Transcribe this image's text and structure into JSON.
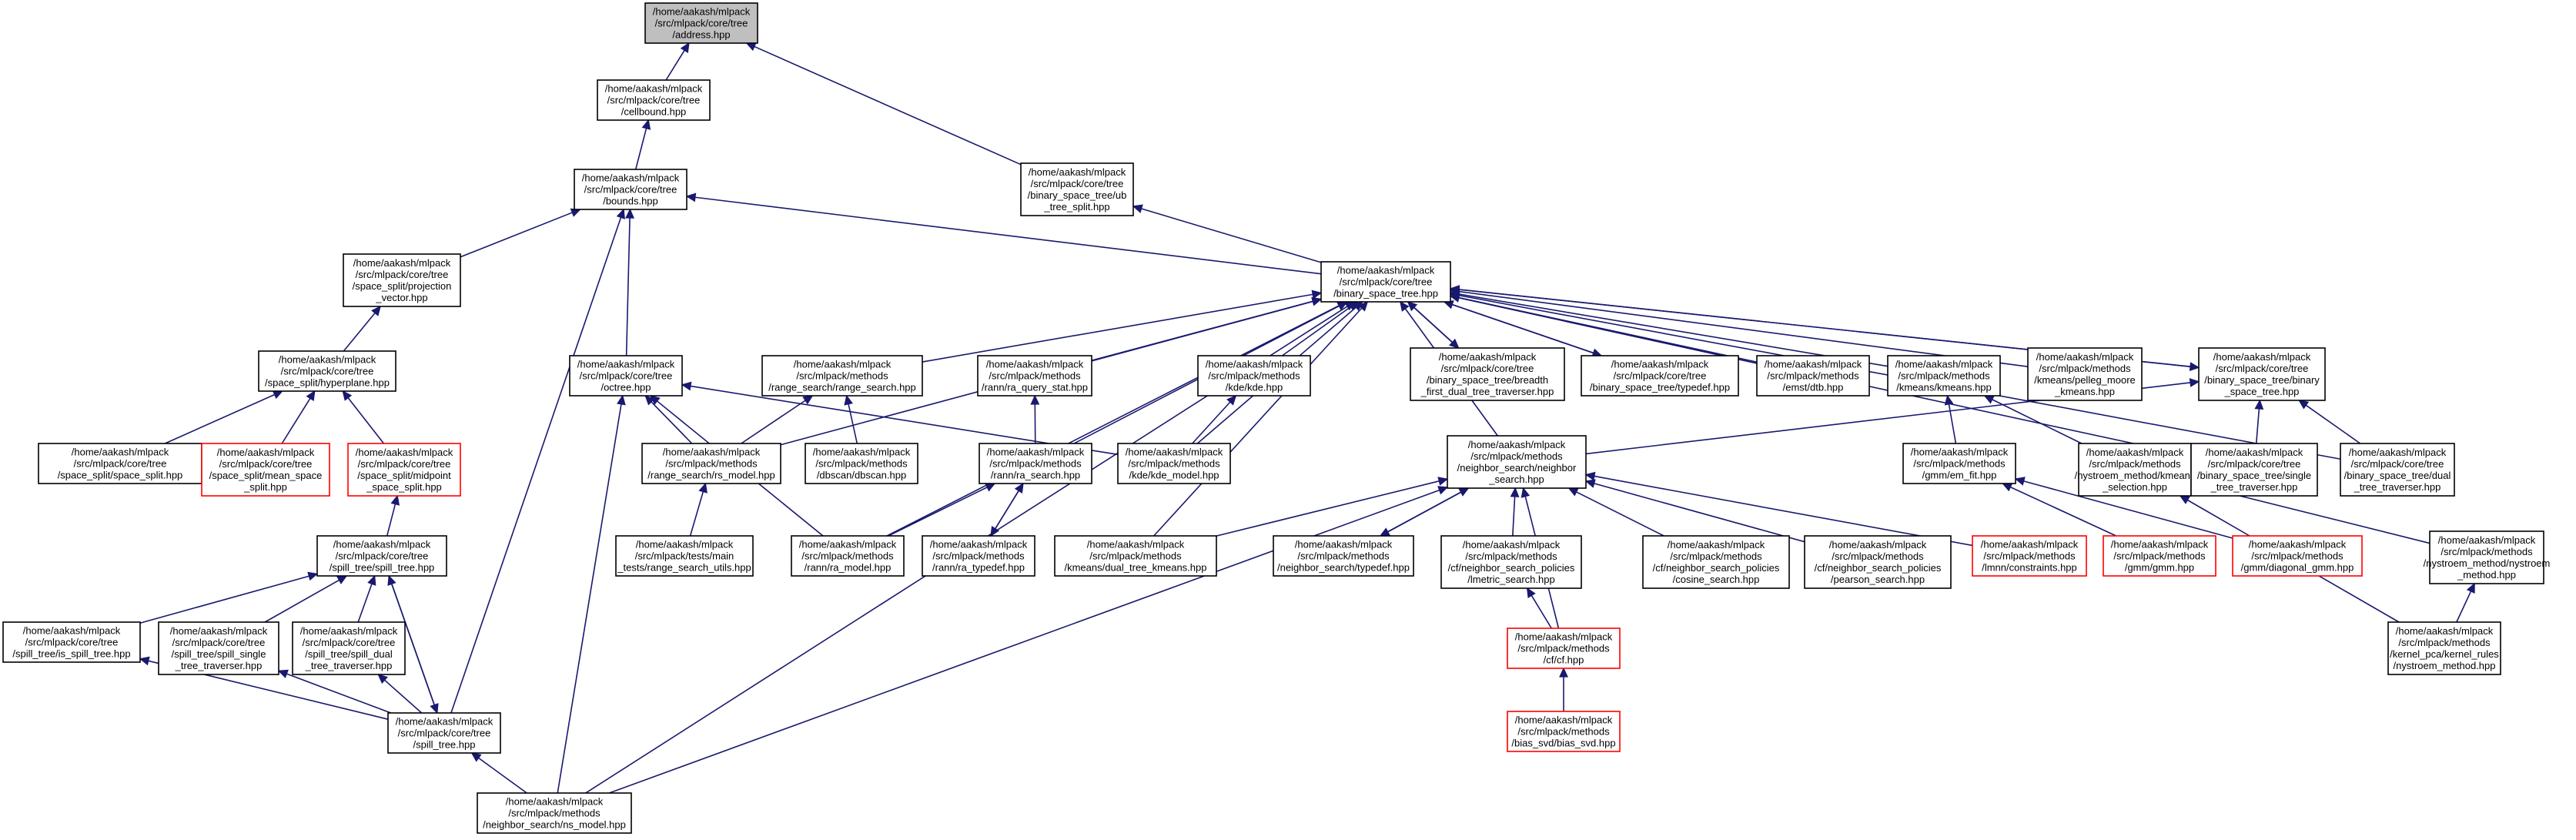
{
  "colors": {
    "edge": "#191970",
    "missing_border": "#ff0000",
    "root_fill": "#bfbfbf",
    "node_border": "#000000"
  },
  "nodes": [
    {
      "id": "address",
      "lines": [
        "/home/aakash/mlpack",
        "/src/mlpack/core/tree",
        "/address.hpp"
      ],
      "root": true
    },
    {
      "id": "cellbound",
      "lines": [
        "/home/aakash/mlpack",
        "/src/mlpack/core/tree",
        "/cellbound.hpp"
      ]
    },
    {
      "id": "ub_tree_split",
      "lines": [
        "/home/aakash/mlpack",
        "/src/mlpack/core/tree",
        "/binary_space_tree/ub",
        "_tree_split.hpp"
      ]
    },
    {
      "id": "bounds",
      "lines": [
        "/home/aakash/mlpack",
        "/src/mlpack/core/tree",
        "/bounds.hpp"
      ]
    },
    {
      "id": "binary_space_tree",
      "lines": [
        "/home/aakash/mlpack",
        "/src/mlpack/core/tree",
        "/binary_space_tree.hpp"
      ]
    },
    {
      "id": "projection_vector",
      "lines": [
        "/home/aakash/mlpack",
        "/src/mlpack/core/tree",
        "/space_split/projection",
        "_vector.hpp"
      ]
    },
    {
      "id": "hyperplane",
      "lines": [
        "/home/aakash/mlpack",
        "/src/mlpack/core/tree",
        "/space_split/hyperplane.hpp"
      ]
    },
    {
      "id": "octree",
      "lines": [
        "/home/aakash/mlpack",
        "/src/mlpack/core/tree",
        "/octree.hpp"
      ]
    },
    {
      "id": "range_search",
      "lines": [
        "/home/aakash/mlpack",
        "/src/mlpack/methods",
        "/range_search/range_search.hpp"
      ]
    },
    {
      "id": "ra_query_stat",
      "lines": [
        "/home/aakash/mlpack",
        "/src/mlpack/methods",
        "/rann/ra_query_stat.hpp"
      ]
    },
    {
      "id": "kde",
      "lines": [
        "/home/aakash/mlpack",
        "/src/mlpack/methods",
        "/kde/kde.hpp"
      ]
    },
    {
      "id": "breadth_first",
      "lines": [
        "/home/aakash/mlpack",
        "/src/mlpack/core/tree",
        "/binary_space_tree/breadth",
        "_first_dual_tree_traverser.hpp"
      ]
    },
    {
      "id": "bst_typedef",
      "lines": [
        "/home/aakash/mlpack",
        "/src/mlpack/core/tree",
        "/binary_space_tree/typedef.hpp"
      ]
    },
    {
      "id": "emst_dtb",
      "lines": [
        "/home/aakash/mlpack",
        "/src/mlpack/methods",
        "/emst/dtb.hpp"
      ]
    },
    {
      "id": "kmeans",
      "lines": [
        "/home/aakash/mlpack",
        "/src/mlpack/methods",
        "/kmeans/kmeans.hpp"
      ]
    },
    {
      "id": "pelleg_moore",
      "lines": [
        "/home/aakash/mlpack",
        "/src/mlpack/methods",
        "/kmeans/pelleg_moore",
        "_kmeans.hpp"
      ]
    },
    {
      "id": "bst_binary",
      "lines": [
        "/home/aakash/mlpack",
        "/src/mlpack/core/tree",
        "/binary_space_tree/binary",
        "_space_tree.hpp"
      ]
    },
    {
      "id": "space_split",
      "lines": [
        "/home/aakash/mlpack",
        "/src/mlpack/core/tree",
        "/space_split/space_split.hpp"
      ]
    },
    {
      "id": "mean_space_split",
      "lines": [
        "/home/aakash/mlpack",
        "/src/mlpack/core/tree",
        "/space_split/mean_space",
        "_split.hpp"
      ],
      "missing": true
    },
    {
      "id": "midpoint_space_split",
      "lines": [
        "/home/aakash/mlpack",
        "/src/mlpack/core/tree",
        "/space_split/midpoint",
        "_space_split.hpp"
      ],
      "missing": true
    },
    {
      "id": "rs_model",
      "lines": [
        "/home/aakash/mlpack",
        "/src/mlpack/methods",
        "/range_search/rs_model.hpp"
      ]
    },
    {
      "id": "dbscan",
      "lines": [
        "/home/aakash/mlpack",
        "/src/mlpack/methods",
        "/dbscan/dbscan.hpp"
      ]
    },
    {
      "id": "ra_search",
      "lines": [
        "/home/aakash/mlpack",
        "/src/mlpack/methods",
        "/rann/ra_search.hpp"
      ]
    },
    {
      "id": "kde_model",
      "lines": [
        "/home/aakash/mlpack",
        "/src/mlpack/methods",
        "/kde/kde_model.hpp"
      ]
    },
    {
      "id": "neighbor_search",
      "lines": [
        "/home/aakash/mlpack",
        "/src/mlpack/methods",
        "/neighbor_search/neighbor",
        "_search.hpp"
      ]
    },
    {
      "id": "em_fit",
      "lines": [
        "/home/aakash/mlpack",
        "/src/mlpack/methods",
        "/gmm/em_fit.hpp"
      ]
    },
    {
      "id": "nystroem_kmeans",
      "lines": [
        "/home/aakash/mlpack",
        "/src/mlpack/methods",
        "/nystroem_method/kmeans",
        "_selection.hpp"
      ]
    },
    {
      "id": "single_tree_traverser",
      "lines": [
        "/home/aakash/mlpack",
        "/src/mlpack/core/tree",
        "/binary_space_tree/single",
        "_tree_traverser.hpp"
      ]
    },
    {
      "id": "dual_tree_traverser",
      "lines": [
        "/home/aakash/mlpack",
        "/src/mlpack/core/tree",
        "/binary_space_tree/dual",
        "_tree_traverser.hpp"
      ]
    },
    {
      "id": "spill_tree_hpp",
      "lines": [
        "/home/aakash/mlpack",
        "/src/mlpack/core/tree",
        "/spill_tree/spill_tree.hpp"
      ]
    },
    {
      "id": "range_search_utils",
      "lines": [
        "/home/aakash/mlpack",
        "/src/mlpack/tests/main",
        "_tests/range_search_utils.hpp"
      ]
    },
    {
      "id": "ra_model",
      "lines": [
        "/home/aakash/mlpack",
        "/src/mlpack/methods",
        "/rann/ra_model.hpp"
      ]
    },
    {
      "id": "ra_typedef",
      "lines": [
        "/home/aakash/mlpack",
        "/src/mlpack/methods",
        "/rann/ra_typedef.hpp"
      ]
    },
    {
      "id": "dual_tree_kmeans",
      "lines": [
        "/home/aakash/mlpack",
        "/src/mlpack/methods",
        "/kmeans/dual_tree_kmeans.hpp"
      ]
    },
    {
      "id": "ns_typedef",
      "lines": [
        "/home/aakash/mlpack",
        "/src/mlpack/methods",
        "/neighbor_search/typedef.hpp"
      ]
    },
    {
      "id": "lmetric_search",
      "lines": [
        "/home/aakash/mlpack",
        "/src/mlpack/methods",
        "/cf/neighbor_search_policies",
        "/lmetric_search.hpp"
      ]
    },
    {
      "id": "cosine_search",
      "lines": [
        "/home/aakash/mlpack",
        "/src/mlpack/methods",
        "/cf/neighbor_search_policies",
        "/cosine_search.hpp"
      ]
    },
    {
      "id": "pearson_search",
      "lines": [
        "/home/aakash/mlpack",
        "/src/mlpack/methods",
        "/cf/neighbor_search_policies",
        "/pearson_search.hpp"
      ]
    },
    {
      "id": "lmnn_constraints",
      "lines": [
        "/home/aakash/mlpack",
        "/src/mlpack/methods",
        "/lmnn/constraints.hpp"
      ],
      "missing": true
    },
    {
      "id": "gmm",
      "lines": [
        "/home/aakash/mlpack",
        "/src/mlpack/methods",
        "/gmm/gmm.hpp"
      ],
      "missing": true
    },
    {
      "id": "diagonal_gmm",
      "lines": [
        "/home/aakash/mlpack",
        "/src/mlpack/methods",
        "/gmm/diagonal_gmm.hpp"
      ],
      "missing": true
    },
    {
      "id": "nystroem_method",
      "lines": [
        "/home/aakash/mlpack",
        "/src/mlpack/methods",
        "/nystroem_method/nystroem",
        "_method.hpp"
      ]
    },
    {
      "id": "is_spill_tree",
      "lines": [
        "/home/aakash/mlpack",
        "/src/mlpack/core/tree",
        "/spill_tree/is_spill_tree.hpp"
      ]
    },
    {
      "id": "spill_single",
      "lines": [
        "/home/aakash/mlpack",
        "/src/mlpack/core/tree",
        "/spill_tree/spill_single",
        "_tree_traverser.hpp"
      ]
    },
    {
      "id": "spill_dual",
      "lines": [
        "/home/aakash/mlpack",
        "/src/mlpack/core/tree",
        "/spill_tree/spill_dual",
        "_tree_traverser.hpp"
      ]
    },
    {
      "id": "cf",
      "lines": [
        "/home/aakash/mlpack",
        "/src/mlpack/methods",
        "/cf/cf.hpp"
      ],
      "missing": true
    },
    {
      "id": "kernel_rules",
      "lines": [
        "/home/aakash/mlpack",
        "/src/mlpack/methods",
        "/kernel_pca/kernel_rules",
        "/nystroem_method.hpp"
      ]
    },
    {
      "id": "spill_tree",
      "lines": [
        "/home/aakash/mlpack",
        "/src/mlpack/core/tree",
        "/spill_tree.hpp"
      ]
    },
    {
      "id": "bias_svd",
      "lines": [
        "/home/aakash/mlpack",
        "/src/mlpack/methods",
        "/bias_svd/bias_svd.hpp"
      ],
      "missing": true
    },
    {
      "id": "ns_model",
      "lines": [
        "/home/aakash/mlpack",
        "/src/mlpack/methods",
        "/neighbor_search/ns_model.hpp"
      ]
    }
  ],
  "edges": [
    [
      "cellbound",
      "address"
    ],
    [
      "ub_tree_split",
      "address"
    ],
    [
      "bounds",
      "cellbound"
    ],
    [
      "binary_space_tree",
      "ub_tree_split"
    ],
    [
      "binary_space_tree",
      "bounds"
    ],
    [
      "projection_vector",
      "bounds"
    ],
    [
      "octree",
      "bounds"
    ],
    [
      "spill_tree",
      "bounds"
    ],
    [
      "hyperplane",
      "projection_vector"
    ],
    [
      "space_split",
      "hyperplane"
    ],
    [
      "mean_space_split",
      "hyperplane"
    ],
    [
      "midpoint_space_split",
      "hyperplane"
    ],
    [
      "spill_tree_hpp",
      "midpoint_space_split"
    ],
    [
      "is_spill_tree",
      "spill_tree_hpp"
    ],
    [
      "spill_single",
      "spill_tree_hpp"
    ],
    [
      "spill_dual",
      "spill_tree_hpp"
    ],
    [
      "spill_tree",
      "spill_tree_hpp"
    ],
    [
      "spill_tree",
      "is_spill_tree"
    ],
    [
      "spill_tree",
      "spill_single"
    ],
    [
      "spill_tree",
      "spill_dual"
    ],
    [
      "spill_tree_hpp",
      "spill_tree"
    ],
    [
      "ns_model",
      "spill_tree"
    ],
    [
      "rs_model",
      "octree"
    ],
    [
      "ra_model",
      "octree"
    ],
    [
      "ns_model",
      "octree"
    ],
    [
      "kde_model",
      "octree"
    ],
    [
      "range_search",
      "binary_space_tree"
    ],
    [
      "ra_query_stat",
      "binary_space_tree"
    ],
    [
      "kde",
      "binary_space_tree"
    ],
    [
      "breadth_first",
      "binary_space_tree"
    ],
    [
      "bst_typedef",
      "binary_space_tree"
    ],
    [
      "emst_dtb",
      "binary_space_tree"
    ],
    [
      "kmeans",
      "binary_space_tree"
    ],
    [
      "pelleg_moore",
      "binary_space_tree"
    ],
    [
      "bst_binary",
      "binary_space_tree"
    ],
    [
      "rs_model",
      "binary_space_tree"
    ],
    [
      "ra_search",
      "binary_space_tree"
    ],
    [
      "kde_model",
      "binary_space_tree"
    ],
    [
      "neighbor_search",
      "binary_space_tree"
    ],
    [
      "single_tree_traverser",
      "binary_space_tree"
    ],
    [
      "dual_tree_traverser",
      "binary_space_tree"
    ],
    [
      "ra_model",
      "binary_space_tree"
    ],
    [
      "dual_tree_kmeans",
      "binary_space_tree"
    ],
    [
      "ns_model",
      "binary_space_tree"
    ],
    [
      "binary_space_tree",
      "breadth_first"
    ],
    [
      "binary_space_tree",
      "bst_typedef"
    ],
    [
      "binary_space_tree",
      "bst_binary"
    ],
    [
      "rs_model",
      "range_search"
    ],
    [
      "dbscan",
      "range_search"
    ],
    [
      "ra_search",
      "ra_query_stat"
    ],
    [
      "kde_model",
      "kde"
    ],
    [
      "em_fit",
      "kmeans"
    ],
    [
      "nystroem_kmeans",
      "kmeans"
    ],
    [
      "neighbor_search",
      "bst_binary"
    ],
    [
      "single_tree_traverser",
      "bst_binary"
    ],
    [
      "dual_tree_traverser",
      "bst_binary"
    ],
    [
      "range_search_utils",
      "rs_model"
    ],
    [
      "ra_model",
      "ra_search"
    ],
    [
      "ra_typedef",
      "ra_search"
    ],
    [
      "ra_search",
      "ra_typedef"
    ],
    [
      "dual_tree_kmeans",
      "neighbor_search"
    ],
    [
      "ns_typedef",
      "neighbor_search"
    ],
    [
      "lmetric_search",
      "neighbor_search"
    ],
    [
      "cosine_search",
      "neighbor_search"
    ],
    [
      "pearson_search",
      "neighbor_search"
    ],
    [
      "lmnn_constraints",
      "neighbor_search"
    ],
    [
      "cf",
      "neighbor_search"
    ],
    [
      "ns_model",
      "neighbor_search"
    ],
    [
      "neighbor_search",
      "ns_typedef"
    ],
    [
      "cf",
      "lmetric_search"
    ],
    [
      "bias_svd",
      "cf"
    ],
    [
      "gmm",
      "em_fit"
    ],
    [
      "diagonal_gmm",
      "em_fit"
    ],
    [
      "nystroem_method",
      "nystroem_kmeans"
    ],
    [
      "kernel_rules",
      "nystroem_kmeans"
    ],
    [
      "kernel_rules",
      "nystroem_method"
    ]
  ]
}
